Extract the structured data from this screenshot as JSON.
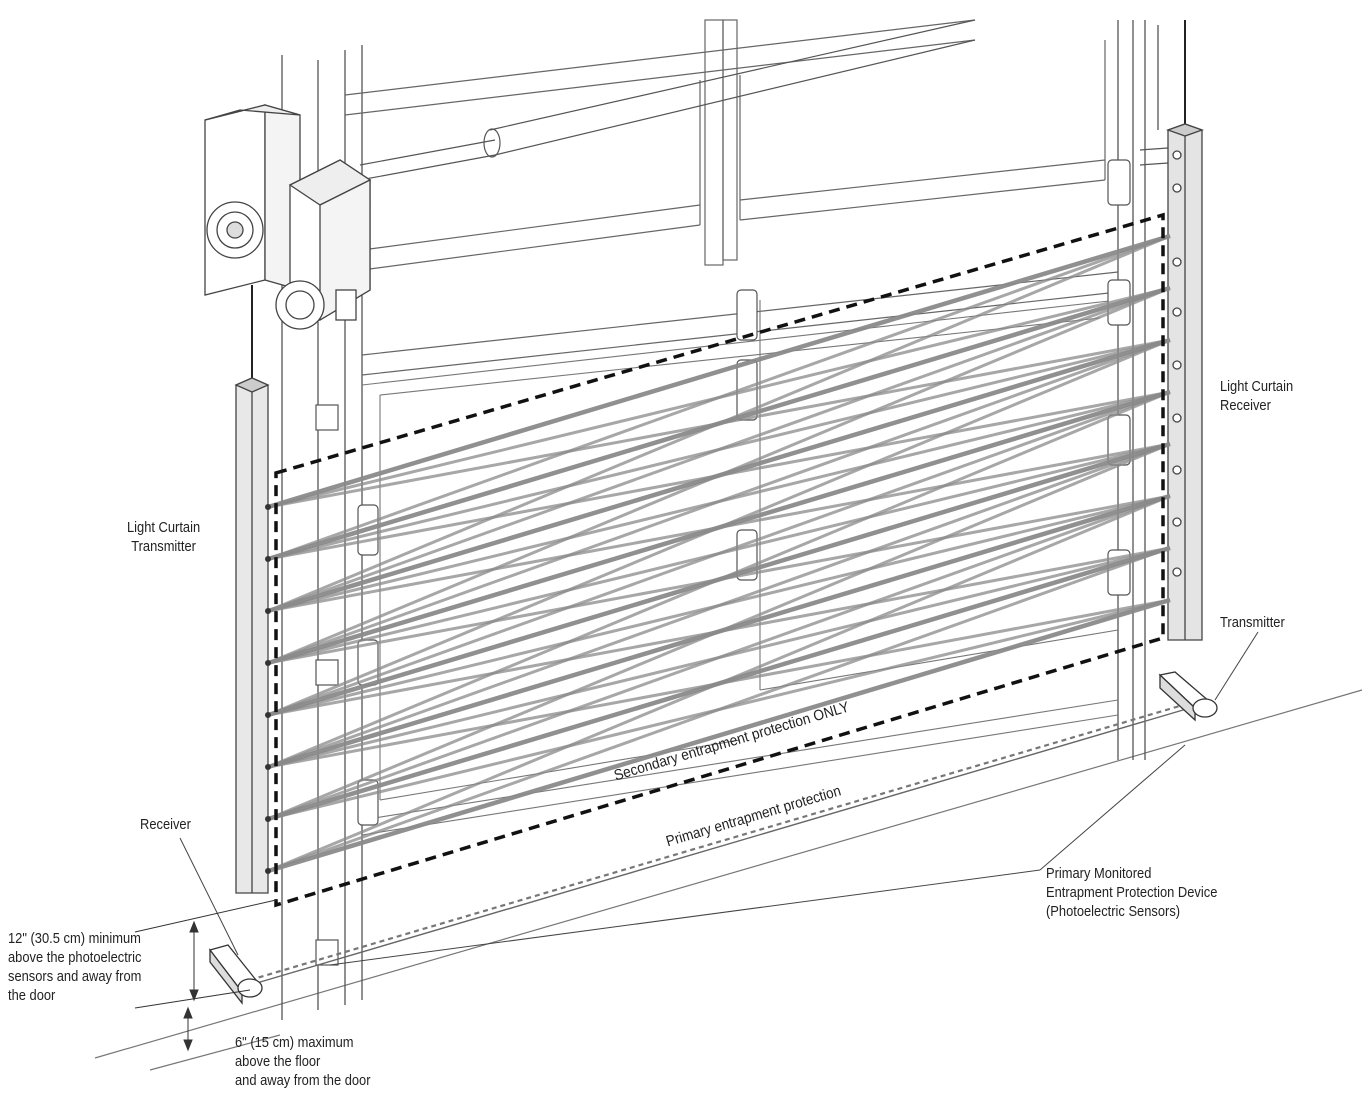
{
  "labels": {
    "light_curtain_transmitter": [
      "Light Curtain",
      "Transmitter"
    ],
    "light_curtain_receiver": [
      "Light Curtain",
      "Receiver"
    ],
    "transmitter": "Transmitter",
    "receiver": "Receiver",
    "secondary_protection": "Secondary entrapment protection ONLY",
    "primary_protection": "Primary entrapment protection",
    "primary_monitored_device": [
      "Primary Monitored",
      "Entrapment Protection Device",
      "(Photoelectric Sensors)"
    ],
    "min_height_note": [
      "12\" (30.5 cm) minimum",
      "above the photoelectric",
      "sensors and away from",
      "the door"
    ],
    "max_height_note": [
      "6\" (15 cm) maximum",
      "above the floor",
      "and away from the door"
    ]
  },
  "colors": {
    "line": "#555555",
    "beam": "#8a8a8a",
    "dash": "#111111",
    "text": "#222222"
  }
}
